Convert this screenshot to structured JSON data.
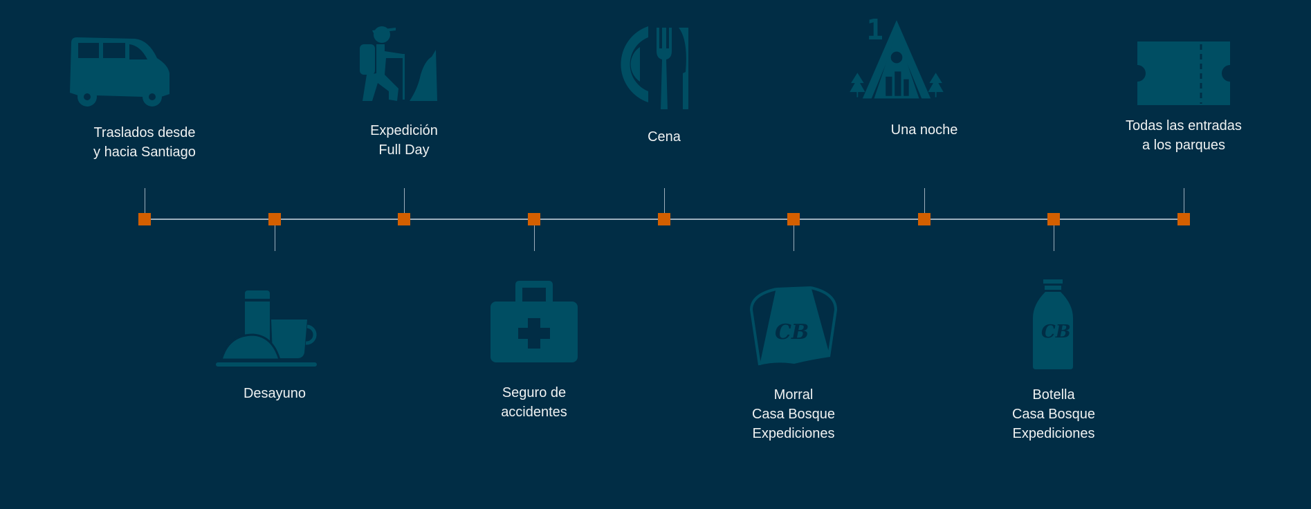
{
  "colors": {
    "background": "#012d45",
    "icon": "#004e63",
    "marker": "#d35f00",
    "line": "#9fb0bd"
  },
  "items": [
    {
      "label": "Traslados desde\ny hacia Santiago",
      "icon": "van-icon",
      "position": "top"
    },
    {
      "label": "Desayuno",
      "icon": "breakfast-icon",
      "position": "bottom"
    },
    {
      "label": "Expedición\nFull Day",
      "icon": "hiker-icon",
      "position": "top"
    },
    {
      "label": "Seguro de\naccidentes",
      "icon": "first-aid-kit-icon",
      "position": "bottom"
    },
    {
      "label": "Cena",
      "icon": "plate-cutlery-icon",
      "position": "top"
    },
    {
      "label": "Morral\nCasa Bosque\nExpediciones",
      "icon": "drawstring-bag-icon",
      "position": "bottom"
    },
    {
      "label": "Una noche",
      "icon": "cabin-icon",
      "position": "top"
    },
    {
      "label": "Botella\nCasa Bosque\nExpediciones",
      "icon": "bottle-icon",
      "position": "bottom"
    },
    {
      "label": "Todas las entradas\na los parques",
      "icon": "ticket-icon",
      "position": "top"
    }
  ],
  "logo_text": "CB",
  "cabin_number": "1"
}
